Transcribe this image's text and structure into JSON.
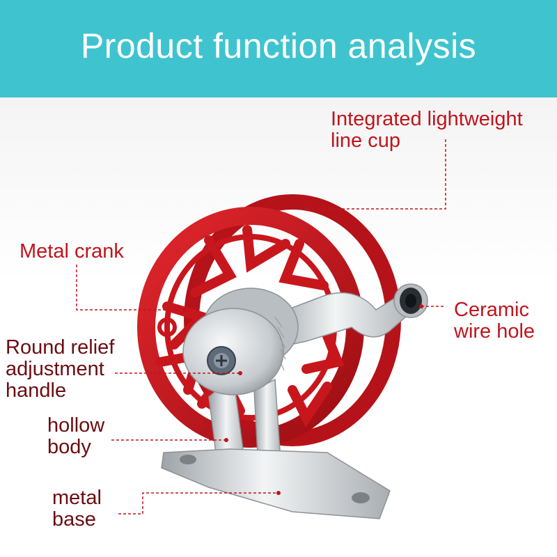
{
  "banner": {
    "title": "Product function analysis",
    "color": "#3fc4cf"
  },
  "callouts": {
    "line_cup": {
      "line1": "Integrated lightweight",
      "line2": "line cup"
    },
    "metal_crank": {
      "line1": "Metal crank"
    },
    "ceramic_hole": {
      "line1": "Ceramic",
      "line2": "wire hole"
    },
    "relief_handle": {
      "line1": "Round relief",
      "line2": "adjustment",
      "line3": "handle"
    },
    "hollow_body": {
      "line1": "hollow",
      "line2": "body"
    },
    "metal_base": {
      "line1": "metal",
      "line2": "base"
    }
  },
  "colors": {
    "label_red": "#c0141b",
    "label_dark": "#6b0d12",
    "spool_red": "#c8161d",
    "metal": "#cfd3d6"
  }
}
